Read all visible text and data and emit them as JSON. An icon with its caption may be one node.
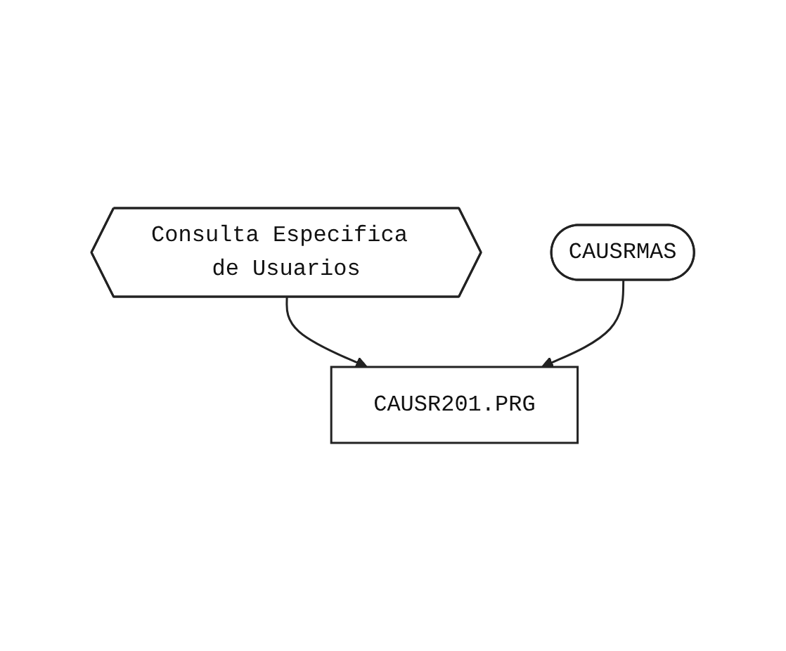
{
  "diagram": {
    "nodes": [
      {
        "text": [
          "Consulta Especifica de Usuarios"
        ]
      },
      {
        "text": [
          "CAUSRMAS"
        ]
      },
      {
        "text": [
          "CAUSR201.PRG"
        ]
      }
    ],
    "edges": [
      {
        "from": 0,
        "to": 2,
        "arrow": "to"
      },
      {
        "from": 1,
        "to": 2,
        "arrow": "to"
      }
    ]
  }
}
